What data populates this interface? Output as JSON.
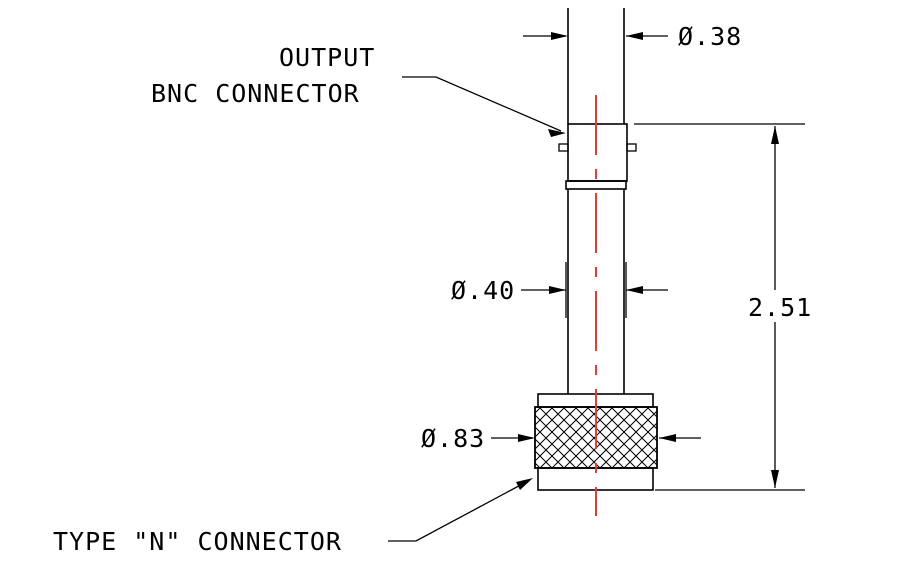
{
  "labels": {
    "output_line1": "OUTPUT",
    "output_line2": "BNC CONNECTOR",
    "type_n": "TYPE \"N\" CONNECTOR"
  },
  "dimensions": {
    "top_diameter": "Ø.38",
    "body_diameter": "Ø.40",
    "knurl_diameter": "Ø.83",
    "overall_length": "2.51"
  },
  "colors": {
    "line": "#000000",
    "centerline": "#e53b30",
    "background": "#ffffff"
  }
}
